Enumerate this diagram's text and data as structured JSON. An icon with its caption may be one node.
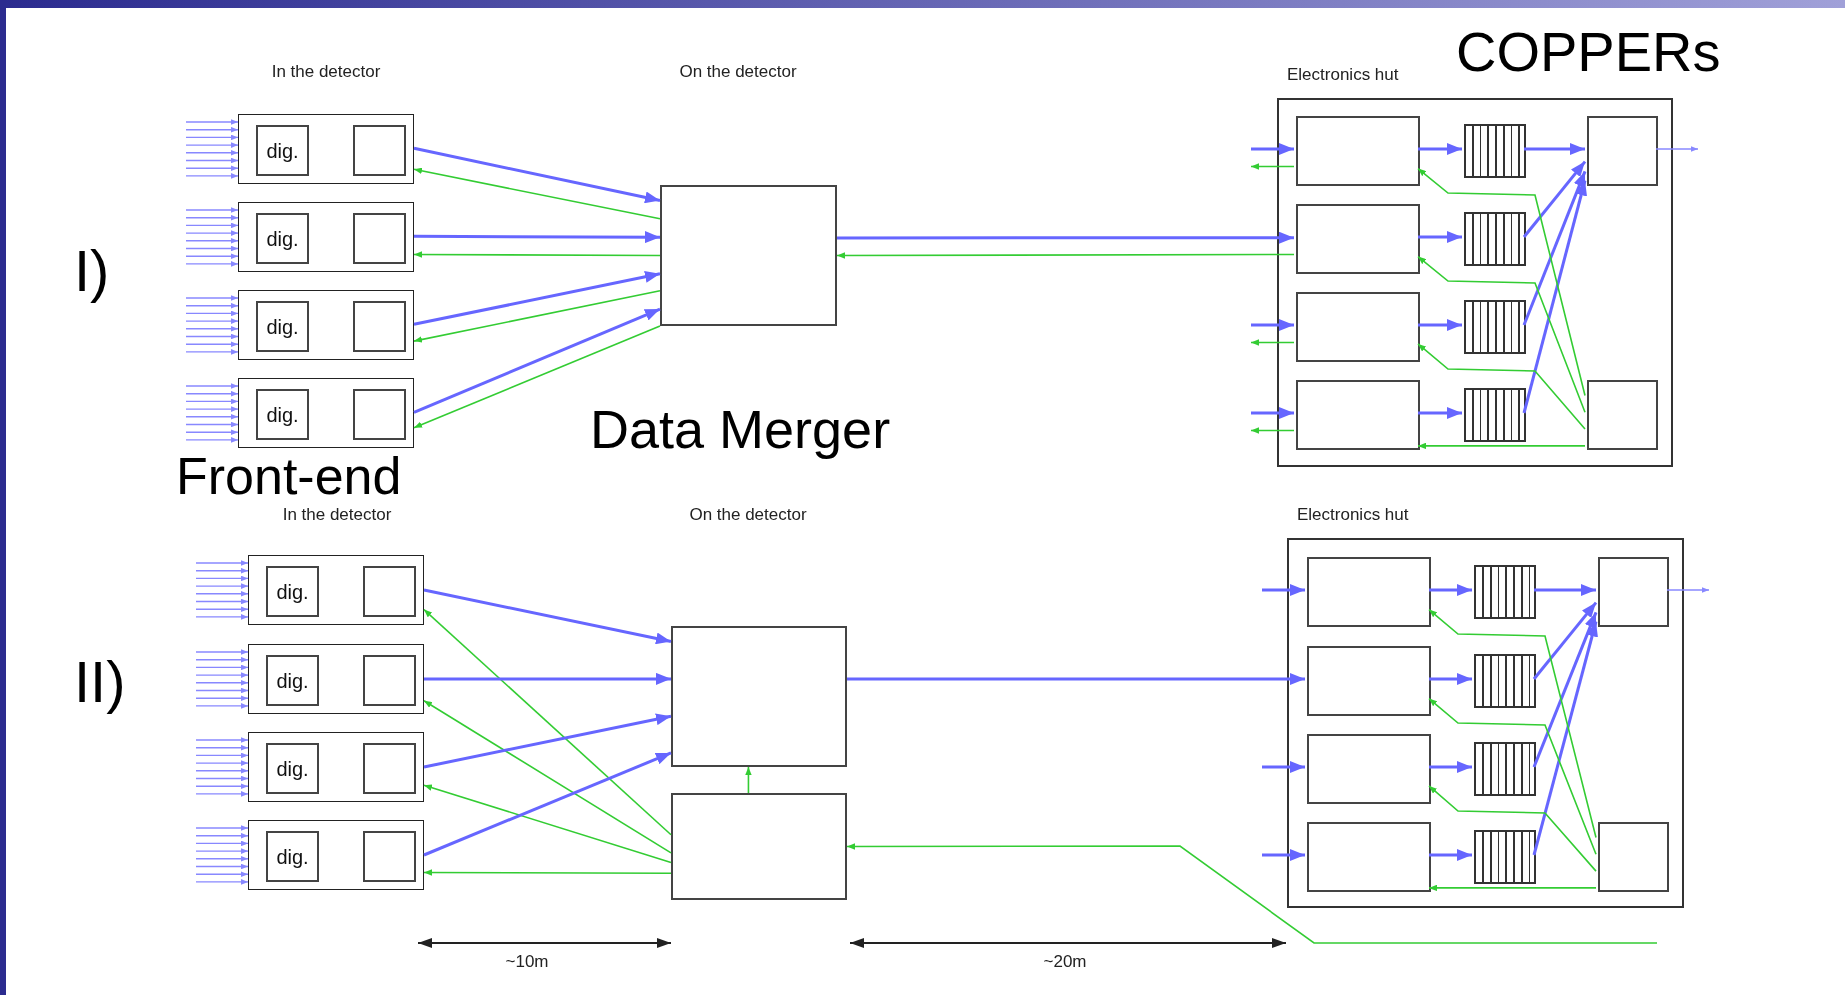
{
  "diagram": {
    "nodes": [
      {
        "text": [],
        "shape": "box"
      },
      {
        "text": [
          "dig."
        ],
        "in": 0
      },
      {
        "text": [],
        "shape": "box",
        "in": 0
      },
      {
        "text": [],
        "shape": "box"
      },
      {
        "text": [
          "dig."
        ],
        "in": 3
      },
      {
        "text": [],
        "shape": "box",
        "in": 3
      },
      {
        "text": [],
        "shape": "box"
      },
      {
        "text": [
          "dig."
        ],
        "in": 6
      },
      {
        "text": [],
        "shape": "box",
        "in": 6
      },
      {
        "text": [],
        "shape": "box"
      },
      {
        "text": [
          "dig."
        ],
        "in": 9
      },
      {
        "text": [],
        "shape": "box",
        "in": 9
      },
      {
        "text": [],
        "shape": "box"
      },
      {
        "text": [
          "Electronics hut"
        ]
      },
      {
        "text": [],
        "shape": "box",
        "in": 13
      },
      {
        "text": [],
        "shape": "buffer",
        "in": 13
      },
      {
        "text": [],
        "shape": "box",
        "in": 13
      },
      {
        "text": [],
        "shape": "box",
        "in": 13
      },
      {
        "text": [],
        "shape": "buffer",
        "in": 13
      },
      {
        "text": [],
        "shape": "box",
        "in": 13
      },
      {
        "text": [],
        "shape": "buffer",
        "in": 13
      },
      {
        "text": [],
        "shape": "box",
        "in": 13
      },
      {
        "text": [],
        "shape": "buffer",
        "in": 13
      },
      {
        "text": [],
        "shape": "box",
        "in": 13
      },
      {
        "text": [],
        "shape": "box"
      },
      {
        "text": [
          "dig."
        ],
        "in": 24
      },
      {
        "text": [],
        "shape": "box",
        "in": 24
      },
      {
        "text": [],
        "shape": "box"
      },
      {
        "text": [
          "dig."
        ],
        "in": 27
      },
      {
        "text": [],
        "shape": "box",
        "in": 27
      },
      {
        "text": [],
        "shape": "box"
      },
      {
        "text": [
          "dig."
        ],
        "in": 30
      },
      {
        "text": [],
        "shape": "box",
        "in": 30
      },
      {
        "text": [],
        "shape": "box"
      },
      {
        "text": [
          "dig."
        ],
        "in": 33
      },
      {
        "text": [],
        "shape": "box",
        "in": 33
      },
      {
        "text": [],
        "shape": "box"
      },
      {
        "text": [],
        "shape": "box"
      },
      {
        "text": [
          "Electronics hut"
        ]
      },
      {
        "text": [],
        "shape": "box",
        "in": 38
      },
      {
        "text": [],
        "shape": "buffer",
        "in": 38
      },
      {
        "text": [],
        "shape": "box",
        "in": 38
      },
      {
        "text": [],
        "shape": "box",
        "in": 38
      },
      {
        "text": [],
        "shape": "buffer",
        "in": 38
      },
      {
        "text": [],
        "shape": "box",
        "in": 38
      },
      {
        "text": [],
        "shape": "buffer",
        "in": 38
      },
      {
        "text": [],
        "shape": "box",
        "in": 38
      },
      {
        "text": [],
        "shape": "buffer",
        "in": 38
      },
      {
        "text": [],
        "shape": "box",
        "in": 38
      }
    ],
    "edges": [
      {
        "from": 0,
        "to": 12,
        "arrow": "to",
        "color": "#6666ff"
      },
      {
        "from": 12,
        "to": 0,
        "arrow": "to",
        "color": "#33cc33"
      },
      {
        "from": 3,
        "to": 12,
        "arrow": "to",
        "color": "#6666ff"
      },
      {
        "from": 12,
        "to": 3,
        "arrow": "to",
        "color": "#33cc33"
      },
      {
        "from": 6,
        "to": 12,
        "arrow": "to",
        "color": "#6666ff"
      },
      {
        "from": 12,
        "to": 6,
        "arrow": "to",
        "color": "#33cc33"
      },
      {
        "from": 9,
        "to": 12,
        "arrow": "to",
        "color": "#6666ff"
      },
      {
        "from": 12,
        "to": 9,
        "arrow": "to",
        "color": "#33cc33"
      },
      {
        "from": 12,
        "to": 17,
        "arrow": "to",
        "color": "#6666ff"
      },
      {
        "from": 17,
        "to": 12,
        "arrow": "to",
        "color": "#33cc33"
      },
      {
        "from": null,
        "to": 14,
        "arrow": "to",
        "color": "#6666ff"
      },
      {
        "from": 14,
        "to": null,
        "arrow": "to",
        "color": "#33cc33"
      },
      {
        "from": null,
        "to": 19,
        "arrow": "to",
        "color": "#6666ff"
      },
      {
        "from": 19,
        "to": null,
        "arrow": "to",
        "color": "#33cc33"
      },
      {
        "from": null,
        "to": 21,
        "arrow": "to",
        "color": "#6666ff"
      },
      {
        "from": 21,
        "to": null,
        "arrow": "to",
        "color": "#33cc33"
      },
      {
        "from": 14,
        "to": 15,
        "arrow": "to",
        "color": "#6666ff"
      },
      {
        "from": 17,
        "to": 18,
        "arrow": "to",
        "color": "#6666ff"
      },
      {
        "from": 19,
        "to": 20,
        "arrow": "to",
        "color": "#6666ff"
      },
      {
        "from": 21,
        "to": 22,
        "arrow": "to",
        "color": "#6666ff"
      },
      {
        "from": 15,
        "to": 16,
        "arrow": "to",
        "color": "#6666ff"
      },
      {
        "from": 18,
        "to": 16,
        "arrow": "to",
        "color": "#6666ff"
      },
      {
        "from": 20,
        "to": 16,
        "arrow": "to",
        "color": "#6666ff"
      },
      {
        "from": 22,
        "to": 16,
        "arrow": "to",
        "color": "#6666ff"
      },
      {
        "from": 16,
        "to": null,
        "arrow": "to"
      },
      {
        "from": 23,
        "to": 14,
        "arrow": "to",
        "color": "#33cc33"
      },
      {
        "from": 23,
        "to": 17,
        "arrow": "to",
        "color": "#33cc33"
      },
      {
        "from": 23,
        "to": 19,
        "arrow": "to",
        "color": "#33cc33"
      },
      {
        "from": 23,
        "to": 21,
        "arrow": "to",
        "color": "#33cc33"
      },
      {
        "from": 24,
        "to": 36,
        "arrow": "to",
        "color": "#6666ff"
      },
      {
        "from": 37,
        "to": 24,
        "arrow": "to",
        "color": "#33cc33"
      },
      {
        "from": 27,
        "to": 36,
        "arrow": "to",
        "color": "#6666ff"
      },
      {
        "from": 37,
        "to": 27,
        "arrow": "to",
        "color": "#33cc33"
      },
      {
        "from": 30,
        "to": 36,
        "arrow": "to",
        "color": "#6666ff"
      },
      {
        "from": 37,
        "to": 30,
        "arrow": "to",
        "color": "#33cc33"
      },
      {
        "from": 33,
        "to": 36,
        "arrow": "to",
        "color": "#6666ff"
      },
      {
        "from": 37,
        "to": 33,
        "arrow": "to",
        "color": "#33cc33"
      },
      {
        "from": 37,
        "to": 36,
        "arrow": "to",
        "color": "#33cc33"
      },
      {
        "from": 36,
        "to": 42,
        "arrow": "to",
        "color": "#6666ff"
      },
      {
        "from": null,
        "to": 37,
        "arrow": "to",
        "color": "#33cc33"
      },
      {
        "from": null,
        "to": 39,
        "arrow": "to",
        "color": "#6666ff"
      },
      {
        "from": null,
        "to": 44,
        "arrow": "to",
        "color": "#6666ff"
      },
      {
        "from": null,
        "to": 46,
        "arrow": "to",
        "color": "#6666ff"
      },
      {
        "from": 39,
        "to": 40,
        "arrow": "to",
        "color": "#6666ff"
      },
      {
        "from": 42,
        "to": 43,
        "arrow": "to",
        "color": "#6666ff"
      },
      {
        "from": 44,
        "to": 45,
        "arrow": "to",
        "color": "#6666ff"
      },
      {
        "from": 46,
        "to": 47,
        "arrow": "to",
        "color": "#6666ff"
      },
      {
        "from": 40,
        "to": 41,
        "arrow": "to",
        "color": "#6666ff"
      },
      {
        "from": 43,
        "to": 41,
        "arrow": "to",
        "color": "#6666ff"
      },
      {
        "from": 45,
        "to": 41,
        "arrow": "to",
        "color": "#6666ff"
      },
      {
        "from": 47,
        "to": 41,
        "arrow": "to",
        "color": "#6666ff"
      },
      {
        "from": 41,
        "to": null,
        "arrow": "to"
      },
      {
        "from": 48,
        "to": 39,
        "arrow": "to",
        "color": "#33cc33"
      },
      {
        "from": 48,
        "to": 42,
        "arrow": "to",
        "color": "#33cc33"
      },
      {
        "from": 48,
        "to": 44,
        "arrow": "to",
        "color": "#33cc33"
      },
      {
        "from": 48,
        "to": 46,
        "arrow": "to",
        "color": "#33cc33"
      },
      {
        "from": null,
        "to": 0,
        "arrow": "to"
      },
      {
        "from": null,
        "to": 0,
        "arrow": "to"
      },
      {
        "from": null,
        "to": 0,
        "arrow": "to"
      },
      {
        "from": null,
        "to": 0,
        "arrow": "to"
      },
      {
        "from": null,
        "to": 0,
        "arrow": "to"
      },
      {
        "from": null,
        "to": 0,
        "arrow": "to"
      },
      {
        "from": null,
        "to": 0,
        "arrow": "to"
      },
      {
        "from": null,
        "to": 0,
        "arrow": "to"
      },
      {
        "from": null,
        "to": 3,
        "arrow": "to"
      },
      {
        "from": null,
        "to": 3,
        "arrow": "to"
      },
      {
        "from": null,
        "to": 3,
        "arrow": "to"
      },
      {
        "from": null,
        "to": 3,
        "arrow": "to"
      },
      {
        "from": null,
        "to": 3,
        "arrow": "to"
      },
      {
        "from": null,
        "to": 3,
        "arrow": "to"
      },
      {
        "from": null,
        "to": 3,
        "arrow": "to"
      },
      {
        "from": null,
        "to": 3,
        "arrow": "to"
      },
      {
        "from": null,
        "to": 6,
        "arrow": "to"
      },
      {
        "from": null,
        "to": 6,
        "arrow": "to"
      },
      {
        "from": null,
        "to": 6,
        "arrow": "to"
      },
      {
        "from": null,
        "to": 6,
        "arrow": "to"
      },
      {
        "from": null,
        "to": 6,
        "arrow": "to"
      },
      {
        "from": null,
        "to": 6,
        "arrow": "to"
      },
      {
        "from": null,
        "to": 6,
        "arrow": "to"
      },
      {
        "from": null,
        "to": 6,
        "arrow": "to"
      },
      {
        "from": null,
        "to": 9,
        "arrow": "to"
      },
      {
        "from": null,
        "to": 9,
        "arrow": "to"
      },
      {
        "from": null,
        "to": 9,
        "arrow": "to"
      },
      {
        "from": null,
        "to": 9,
        "arrow": "to"
      },
      {
        "from": null,
        "to": 9,
        "arrow": "to"
      },
      {
        "from": null,
        "to": 9,
        "arrow": "to"
      },
      {
        "from": null,
        "to": 9,
        "arrow": "to"
      },
      {
        "from": null,
        "to": 9,
        "arrow": "to"
      },
      {
        "from": null,
        "to": 24,
        "arrow": "to"
      },
      {
        "from": null,
        "to": 24,
        "arrow": "to"
      },
      {
        "from": null,
        "to": 24,
        "arrow": "to"
      },
      {
        "from": null,
        "to": 24,
        "arrow": "to"
      },
      {
        "from": null,
        "to": 24,
        "arrow": "to"
      },
      {
        "from": null,
        "to": 24,
        "arrow": "to"
      },
      {
        "from": null,
        "to": 24,
        "arrow": "to"
      },
      {
        "from": null,
        "to": 24,
        "arrow": "to"
      },
      {
        "from": null,
        "to": 27,
        "arrow": "to"
      },
      {
        "from": null,
        "to": 27,
        "arrow": "to"
      },
      {
        "from": null,
        "to": 27,
        "arrow": "to"
      },
      {
        "from": null,
        "to": 27,
        "arrow": "to"
      },
      {
        "from": null,
        "to": 27,
        "arrow": "to"
      },
      {
        "from": null,
        "to": 27,
        "arrow": "to"
      },
      {
        "from": null,
        "to": 27,
        "arrow": "to"
      },
      {
        "from": null,
        "to": 27,
        "arrow": "to"
      },
      {
        "from": null,
        "to": 30,
        "arrow": "to"
      },
      {
        "from": null,
        "to": 30,
        "arrow": "to"
      },
      {
        "from": null,
        "to": 30,
        "arrow": "to"
      },
      {
        "from": null,
        "to": 30,
        "arrow": "to"
      },
      {
        "from": null,
        "to": 30,
        "arrow": "to"
      },
      {
        "from": null,
        "to": 30,
        "arrow": "to"
      },
      {
        "from": null,
        "to": 30,
        "arrow": "to"
      },
      {
        "from": null,
        "to": 30,
        "arrow": "to"
      },
      {
        "from": null,
        "to": 33,
        "arrow": "to"
      },
      {
        "from": null,
        "to": 33,
        "arrow": "to"
      },
      {
        "from": null,
        "to": 33,
        "arrow": "to"
      },
      {
        "from": null,
        "to": 33,
        "arrow": "to"
      },
      {
        "from": null,
        "to": 33,
        "arrow": "to"
      },
      {
        "from": null,
        "to": 33,
        "arrow": "to"
      },
      {
        "from": null,
        "to": 33,
        "arrow": "to"
      },
      {
        "from": null,
        "to": 33,
        "arrow": "to"
      }
    ],
    "labels": [
      "In the detector",
      "On the detector",
      "COPPERs",
      "I)",
      "Data Merger",
      "Front-end",
      "In the detector",
      "On the detector",
      "II)",
      "~10m",
      "~20m"
    ]
  }
}
